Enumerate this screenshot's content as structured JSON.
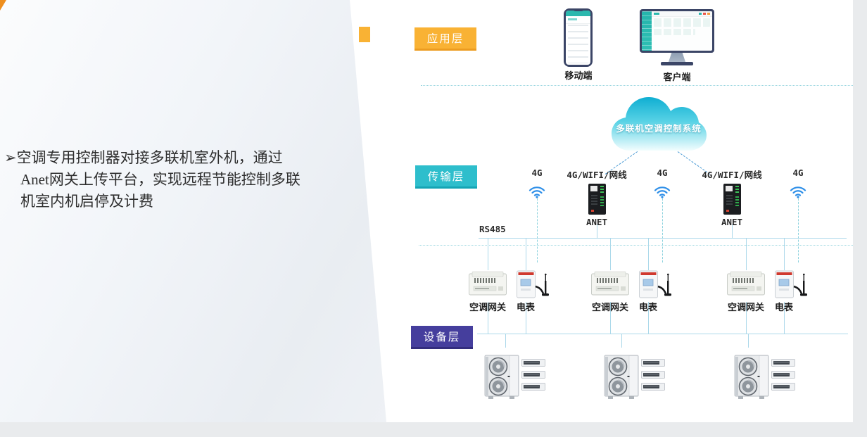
{
  "left_panel": {
    "bullet_lines": [
      "➢空调专用控制器对接多联机室外机，通过",
      "Anet网关上传平台，实现远程节能控制多联",
      "机室内机启停及计费"
    ]
  },
  "layers": {
    "app": "应用层",
    "transport": "传输层",
    "device": "设备层"
  },
  "app_layer": {
    "mobile": "移动端",
    "client": "客户端"
  },
  "cloud": {
    "label": "多联机空调控制系统"
  },
  "transport_layer": {
    "bus_label": "RS485",
    "nodes": [
      {
        "label": "4G"
      },
      {
        "label": "4G/WIFI/网线",
        "device": "ANET"
      },
      {
        "label": "4G"
      },
      {
        "label": "4G/WIFI/网线",
        "device": "ANET"
      },
      {
        "label": "4G"
      }
    ]
  },
  "device_layer": {
    "groups": [
      {
        "gateway": "空调网关",
        "meter": "电表"
      },
      {
        "gateway": "空调网关",
        "meter": "电表"
      },
      {
        "gateway": "空调网关",
        "meter": "电表"
      }
    ]
  },
  "icons": {
    "mobile": "smartphone-icon",
    "client": "desktop-monitor-icon",
    "cloud": "cloud-icon",
    "wireless": "wifi-icon",
    "anet": "anet-gateway-icon",
    "gateway": "ac-gateway-icon",
    "meter": "power-meter-icon",
    "outdoor": "outdoor-ac-unit-icon",
    "indoor": "indoor-ac-duct-icon"
  },
  "colors": {
    "app_layer": "#F9B234",
    "transport_layer": "#2EBECC",
    "device_layer": "#453E9D",
    "accent_teal": "#2BB8AE",
    "cloud_teal": "#2BC0DC",
    "connector_blue": "#ABD8EA",
    "wifi_blue": "#2E8FE8"
  }
}
